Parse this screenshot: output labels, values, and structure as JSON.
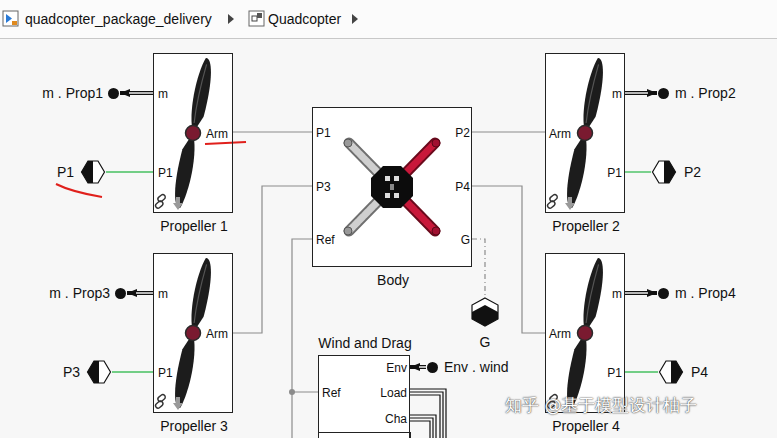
{
  "diagram": {
    "nodes": [
      {
        "text": [
          "m . Prop1"
        ]
      },
      {
        "text": [
          "P1"
        ]
      },
      {
        "text": [
          "m",
          "Arm",
          "P1",
          "Propeller 1"
        ]
      },
      {
        "text": [
          "P1",
          "P2",
          "P3",
          "P4",
          "Ref",
          "G",
          "Body"
        ]
      },
      {
        "text": [
          "m",
          "Arm",
          "P1",
          "Propeller 2"
        ]
      },
      {
        "text": [
          "m . Prop2"
        ]
      },
      {
        "text": [
          "P2"
        ]
      },
      {
        "text": [
          "m . Prop3"
        ]
      },
      {
        "text": [
          "P3"
        ]
      },
      {
        "text": [
          "m",
          "Arm",
          "P1",
          "Propeller 3"
        ]
      },
      {
        "text": [
          "G"
        ]
      },
      {
        "text": [
          "m",
          "Arm",
          "P1",
          "Propeller 4"
        ]
      },
      {
        "text": [
          "m . Prop4"
        ]
      },
      {
        "text": [
          "P4"
        ]
      },
      {
        "text": [
          "Env",
          "Ref",
          "Load",
          "Cha",
          "Wind and Drag"
        ]
      },
      {
        "text": [
          "Env . wind"
        ]
      }
    ],
    "edges": [
      {
        "from": 2,
        "to": 0,
        "arrow": "to"
      },
      {
        "from": 1,
        "to": 2,
        "arrow": "none"
      },
      {
        "from": 2,
        "to": 3,
        "arrow": "none"
      },
      {
        "from": 4,
        "to": 5,
        "arrow": "to"
      },
      {
        "from": 6,
        "to": 4,
        "arrow": "none"
      },
      {
        "from": 4,
        "to": 3,
        "arrow": "none"
      },
      {
        "from": 9,
        "to": 7,
        "arrow": "to"
      },
      {
        "from": 8,
        "to": 9,
        "arrow": "none"
      },
      {
        "from": 9,
        "to": 3,
        "arrow": "none"
      },
      {
        "from": 3,
        "to": 10,
        "arrow": "none"
      },
      {
        "from": 11,
        "to": 12,
        "arrow": "to"
      },
      {
        "from": 13,
        "to": 11,
        "arrow": "none"
      },
      {
        "from": 11,
        "to": 3,
        "arrow": "none"
      },
      {
        "from": 3,
        "to": 14,
        "arrow": "none"
      },
      {
        "from": 15,
        "to": 14,
        "arrow": "to"
      }
    ],
    "labels": [
      "quadcopter_package_delivery",
      "Quadcopter",
      "知乎 @基于模型设计柚子"
    ]
  }
}
